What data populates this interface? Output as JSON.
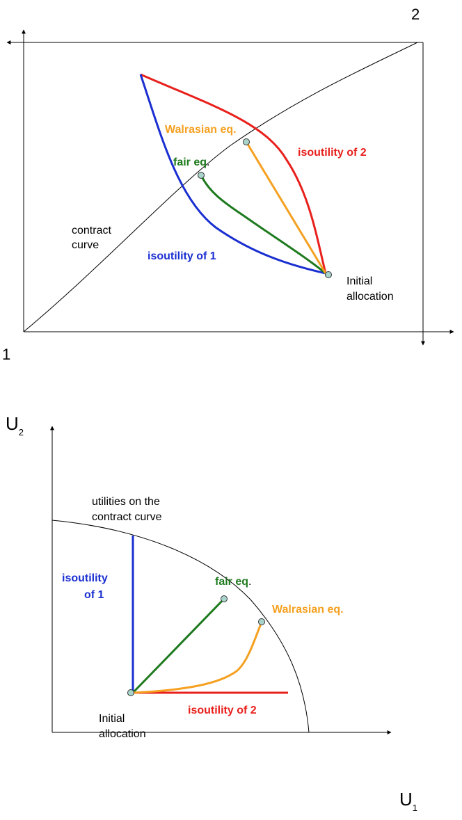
{
  "edgeworth_box": {
    "agent1_corner_label": "1",
    "agent2_corner_label": "2",
    "contract_curve_label_line1": "contract",
    "contract_curve_label_line2": "curve",
    "walrasian_eq_label": "Walrasian eq.",
    "fair_eq_label": "fair eq",
    "fair_eq_label_dot": ".",
    "isoutility_2_label": "isoutility of 2",
    "isoutility_1_label": "isoutility of 1",
    "initial_allocation_line1": "Initial",
    "initial_allocation_line2": "allocation"
  },
  "utility_space": {
    "y_axis_letter": "U",
    "y_axis_subscript": "2",
    "x_axis_letter": "U",
    "x_axis_subscript": "1",
    "frontier_label_line1": "utilities on the",
    "frontier_label_line2": "contract curve",
    "isoutility_1_line1": "isoutility",
    "isoutility_1_line2": "of 1",
    "fair_eq_label": "fair eq",
    "fair_eq_label_dot": ".",
    "walrasian_eq_label": "Walrasian eq.",
    "isoutility_2_label": "isoutility of 2",
    "initial_allocation_line1": "Initial",
    "initial_allocation_line2": "allocation"
  },
  "colors": {
    "agent1_isoutility": "#1a2fd0",
    "agent2_isoutility": "#e8201c",
    "fair_equilibrium": "#1e7a1e",
    "walrasian_equilibrium": "#f5a020",
    "point_fill": "#a8d4cc"
  }
}
